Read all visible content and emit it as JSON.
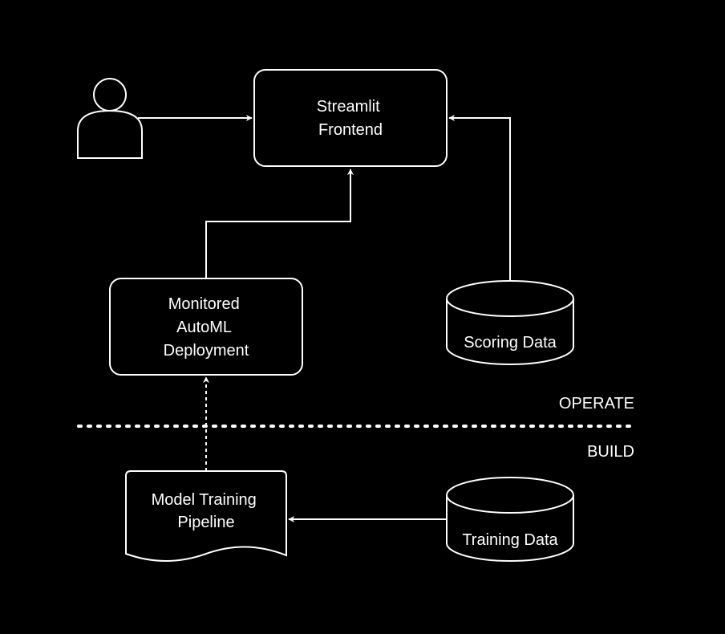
{
  "colors": {
    "background": "#000000",
    "foreground": "#ffffff"
  },
  "nodes": {
    "frontend": {
      "lines": [
        "Streamlit",
        "Frontend"
      ]
    },
    "deployment": {
      "lines": [
        "Monitored",
        "AutoML",
        "Deployment"
      ]
    },
    "scoring_data": {
      "lines": [
        "Scoring Data"
      ]
    },
    "pipeline": {
      "lines": [
        "Model Training",
        "Pipeline"
      ]
    },
    "training_data": {
      "lines": [
        "Training Data"
      ]
    }
  },
  "zones": {
    "operate": "OPERATE",
    "build": "BUILD"
  },
  "icons": {
    "user": "user-icon"
  }
}
